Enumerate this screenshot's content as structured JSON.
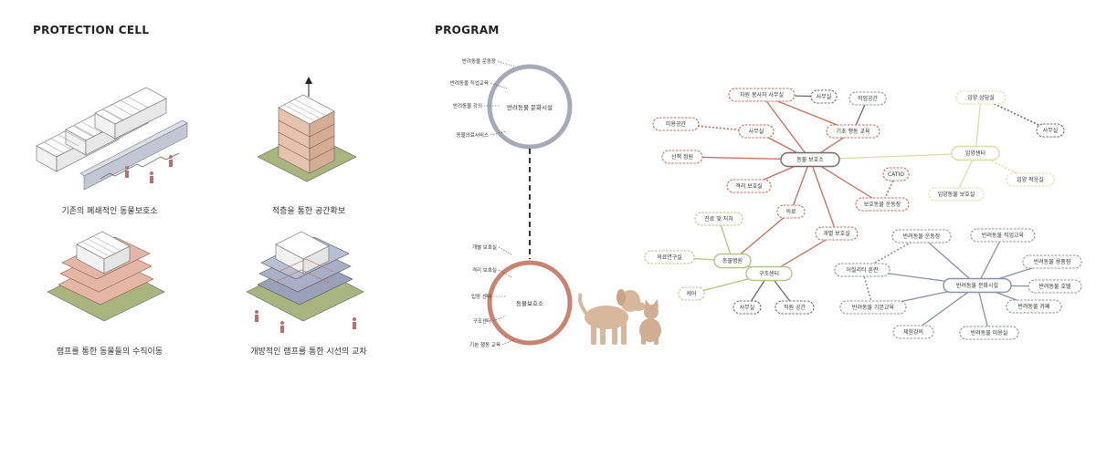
{
  "protection": {
    "title": "PROTECTION CELL",
    "captions": [
      "기존의 폐쇄적인 동물보호소",
      "적층을 통한 공간확보",
      "램프를 통한 동물들의 수직이동",
      "개방적인 램프를 통한 시선의 교차"
    ]
  },
  "program": {
    "title": "PROGRAM",
    "top_circle": {
      "label": "반려동물 문화시설",
      "items": [
        "반려동물 운동장",
        "반려동물 직업교육",
        "반려동물 강의",
        "동물의료서비스"
      ]
    },
    "bottom_circle": {
      "label": "동물보호소",
      "items": [
        "개별 보호실",
        "격리 보호실",
        "입양 센터",
        "구조센터",
        "기본 행동 교육"
      ]
    }
  },
  "mindmap": {
    "colors": {
      "red": "#cc6b5b",
      "green": "#b3c48a",
      "yellow": "#dcdca6",
      "gray": "#8b8fa6",
      "dark": "#6b6b6b"
    },
    "hubs": {
      "shelter": "동물 보호소",
      "adoption": "입양센터",
      "hospital": "동물병원",
      "rescue": "구조센터",
      "culture": "반려동물 문화시설"
    },
    "nodes": {
      "staff_office": "자원 봉사자 사무실",
      "office1": "사무실",
      "work_space": "작업공간",
      "beauty": "미용공간",
      "office_room": "사무실",
      "basic_training": "기초 행동 교육",
      "walk_park": "산책 정원",
      "quarantine": "격리 보호실",
      "catio": "CATIO",
      "shelter_yard": "보호동물 운동장",
      "medical": "의료",
      "individual": "개별 보호실",
      "adoption_consult": "입양 상담실",
      "office2": "사무실",
      "adopt_shelter": "입양동물 보호실",
      "adopt_room": "입양 적응실",
      "treatment": "진료 및 처치",
      "research": "의료연구실",
      "care": "케어",
      "office3": "사무실",
      "staff_space": "직원 공간",
      "pet_yard": "반려동물 운동장",
      "pet_job": "반려동물 직업교육",
      "agility": "어질리티 훈련",
      "pet_goods": "반려동물 용품점",
      "pet_hotel": "반려동물 호텔",
      "pet_cafe": "반려동물 카페",
      "pet_basic": "반려동물 기본교육",
      "experience": "체험강의",
      "pet_beauty": "반려동물 미용실"
    }
  }
}
